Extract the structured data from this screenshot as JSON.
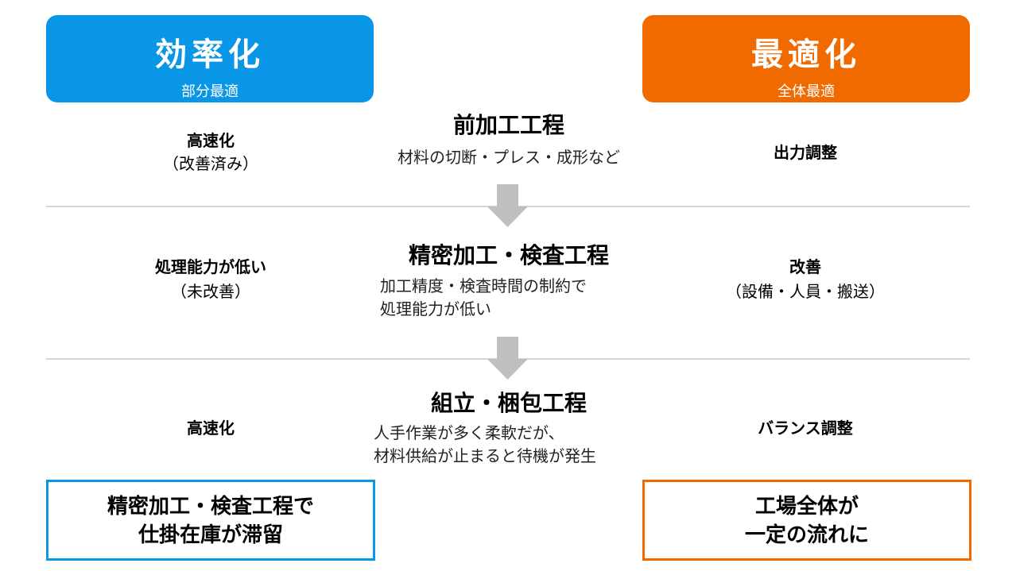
{
  "colors": {
    "efficiency": "#0A96E6",
    "optimization": "#F06A00",
    "arrow": "#BFBFBF",
    "separator": "#D6D6D6"
  },
  "left_header": {
    "title": "効率化",
    "subtitle": "部分最適"
  },
  "right_header": {
    "title": "最適化",
    "subtitle": "全体最適"
  },
  "processes": [
    {
      "title": "前加工工程",
      "desc": [
        "材料の切断・プレス・成形など"
      ]
    },
    {
      "title": "精密加工・検査工程",
      "desc": [
        "加工精度・検査時間の制約で",
        "処理能力が低い"
      ]
    },
    {
      "title": "組立・梱包工程",
      "desc": [
        "人手作業が多く柔軟だが、",
        "材料供給が止まると待機が発生"
      ]
    }
  ],
  "left_column": [
    {
      "label": "高速化",
      "note": "（改善済み）"
    },
    {
      "label": "処理能力が低い",
      "note": "（未改善）"
    },
    {
      "label": "高速化"
    }
  ],
  "right_column": [
    {
      "label": "出力調整"
    },
    {
      "label": "改善",
      "note": "（設備・人員・搬送）"
    },
    {
      "label": "バランス調整"
    }
  ],
  "left_result": [
    "精密加工・検査工程で",
    "仕掛在庫が滞留"
  ],
  "right_result": [
    "工場全体が",
    "一定の流れに"
  ]
}
